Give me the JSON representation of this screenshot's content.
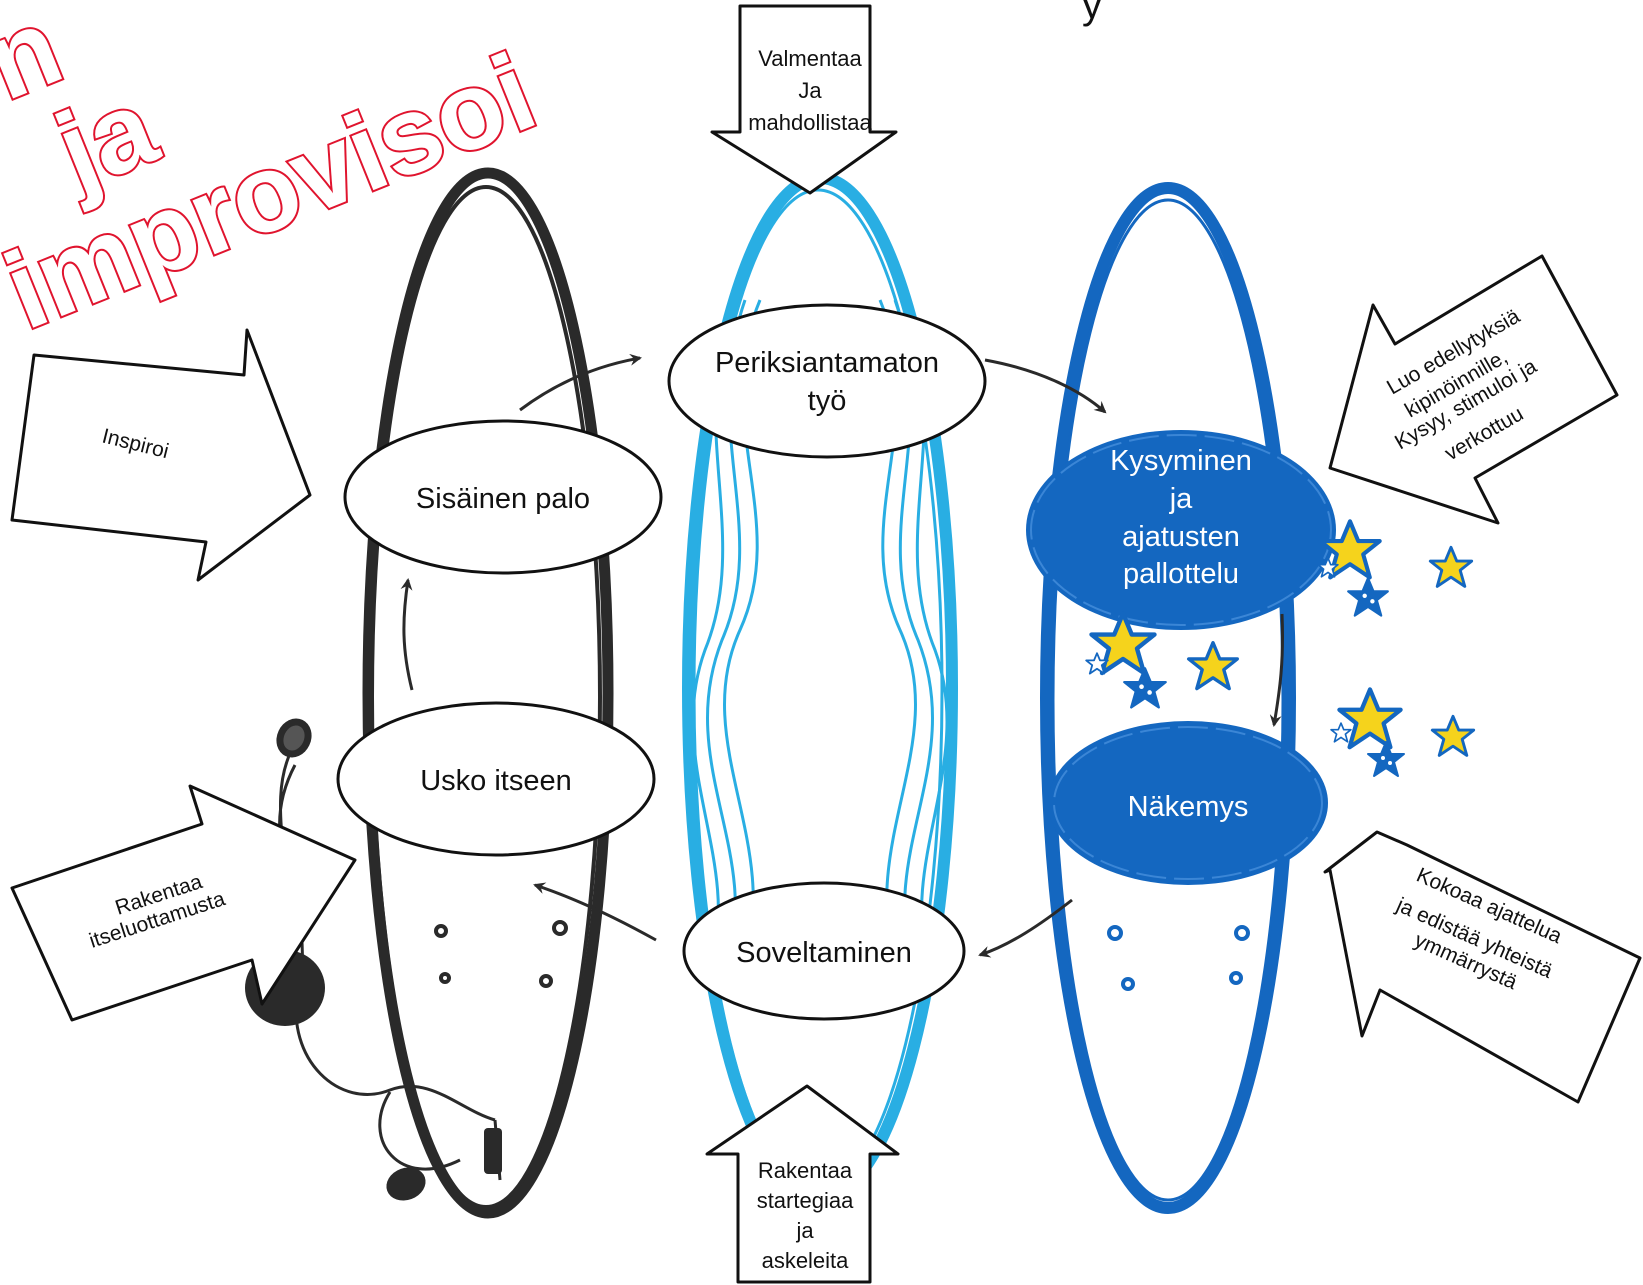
{
  "title_lines": [
    "on",
    "ja",
    "improvisoi"
  ],
  "top_cut_text": "y",
  "nodes": {
    "sisainen_palo": "Sisäinen palo",
    "usko_itseen": "Usko itseen",
    "periksiantamaton_1": "Periksiantamaton",
    "periksiantamaton_2": "työ",
    "soveltaminen": "Soveltaminen",
    "kysyminen_1": "Kysyminen",
    "kysyminen_2": "ja",
    "kysyminen_3": "ajatusten",
    "kysyminen_4": "pallottelu",
    "nakemys": "Näkemys"
  },
  "arrows": {
    "inspiroi": "Inspiroi",
    "rakentaa_1": "Rakentaa",
    "rakentaa_2": "itseluottamusta",
    "valmentaa_1": "Valmentaa",
    "valmentaa_2": "Ja",
    "valmentaa_3": "mahdollistaa",
    "strategia_1": "Rakentaa",
    "strategia_2": "startegiaa",
    "strategia_3": "ja",
    "strategia_4": "askeleita",
    "luo_1": "Luo edellytyksiä",
    "luo_2": "kipinöinnille,",
    "luo_3": "Kysyy, stimuloi ja",
    "luo_4": "verkottuu",
    "kokoaa_1": "Kokoaa ajattelua",
    "kokoaa_2": "ja edistää yhteistä",
    "kokoaa_3": "ymmärrystä"
  },
  "colors": {
    "board_dark": "#2a2a2a",
    "board_light_blue": "#29aee3",
    "board_blue": "#1467c0",
    "title_red": "#e0142e",
    "star_yellow": "#f5d31c"
  }
}
